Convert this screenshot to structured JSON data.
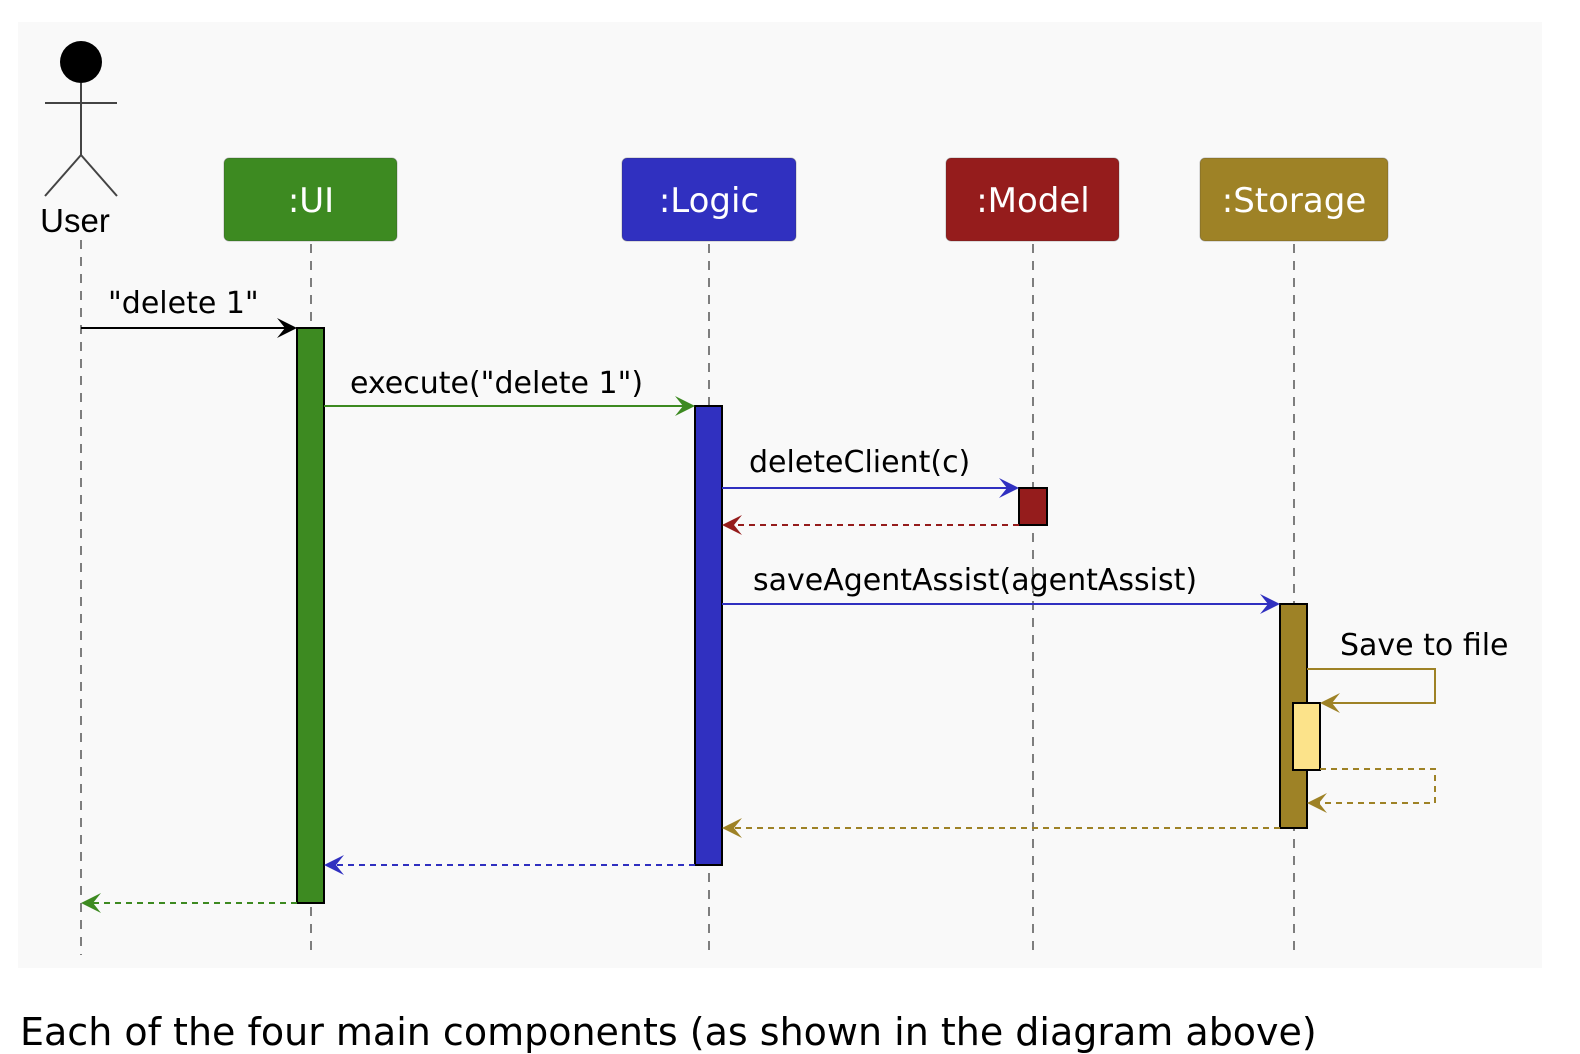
{
  "diagram": {
    "actor": {
      "label": "User"
    },
    "participants": [
      {
        "id": "ui",
        "label": ":UI",
        "color": "#3d8a21"
      },
      {
        "id": "logic",
        "label": ":Logic",
        "color": "#3030c0"
      },
      {
        "id": "model",
        "label": ":Model",
        "color": "#951c1c"
      },
      {
        "id": "storage",
        "label": ":Storage",
        "color": "#9e8226"
      }
    ],
    "messages": [
      {
        "from": "user",
        "to": "ui",
        "label": "\"delete 1\"",
        "kind": "call",
        "color": "#000000"
      },
      {
        "from": "ui",
        "to": "logic",
        "label": "execute(\"delete 1\")",
        "kind": "call",
        "color": "#3d8a21"
      },
      {
        "from": "logic",
        "to": "model",
        "label": "deleteClient(c)",
        "kind": "call",
        "color": "#3030c0"
      },
      {
        "from": "model",
        "to": "logic",
        "label": "",
        "kind": "return",
        "color": "#951c1c"
      },
      {
        "from": "logic",
        "to": "storage",
        "label": "saveAgentAssist(agentAssist)",
        "kind": "call",
        "color": "#3030c0"
      },
      {
        "from": "storage",
        "to": "storage",
        "label": "Save to file",
        "kind": "self-call",
        "color": "#9e8226"
      },
      {
        "from": "storage",
        "to": "storage",
        "label": "",
        "kind": "self-return",
        "color": "#9e8226"
      },
      {
        "from": "storage",
        "to": "logic",
        "label": "",
        "kind": "return",
        "color": "#9e8226"
      },
      {
        "from": "logic",
        "to": "ui",
        "label": "",
        "kind": "return",
        "color": "#3030c0"
      },
      {
        "from": "ui",
        "to": "user",
        "label": "",
        "kind": "return",
        "color": "#3d8a21"
      }
    ],
    "self_call_activation_color": "#fce38a"
  },
  "footer_text": "Each of the four main components (as shown in the diagram above)"
}
